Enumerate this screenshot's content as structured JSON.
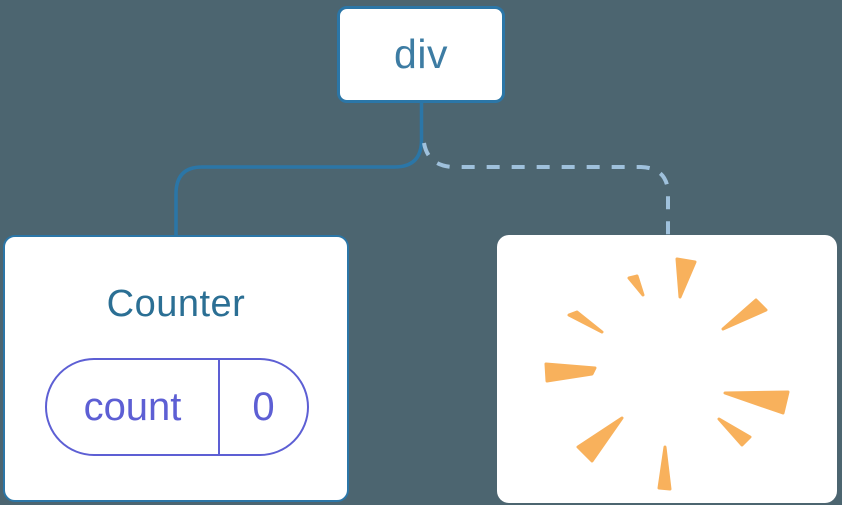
{
  "diagram": {
    "type": "component-tree",
    "root_node": {
      "label": "div"
    },
    "counter_node": {
      "title": "Counter",
      "state_pill": {
        "key": "count",
        "value": "0"
      }
    },
    "removed_node": {
      "icon": "poof-starburst"
    },
    "edges": [
      {
        "from": "div",
        "to": "Counter",
        "style": "solid"
      },
      {
        "from": "div",
        "to": "removed-node",
        "style": "dashed"
      }
    ]
  },
  "colors": {
    "background": "#4C6570",
    "node_fill": "#FFFFFF",
    "node_border": "#2B76A7",
    "solid_edge": "#2B76A7",
    "dashed_edge": "#9FC1DC",
    "root_label": "#3D7CA3",
    "title_color": "#2B6F94",
    "state_accent": "#5D5FD4",
    "poof": "#F8B15C"
  }
}
